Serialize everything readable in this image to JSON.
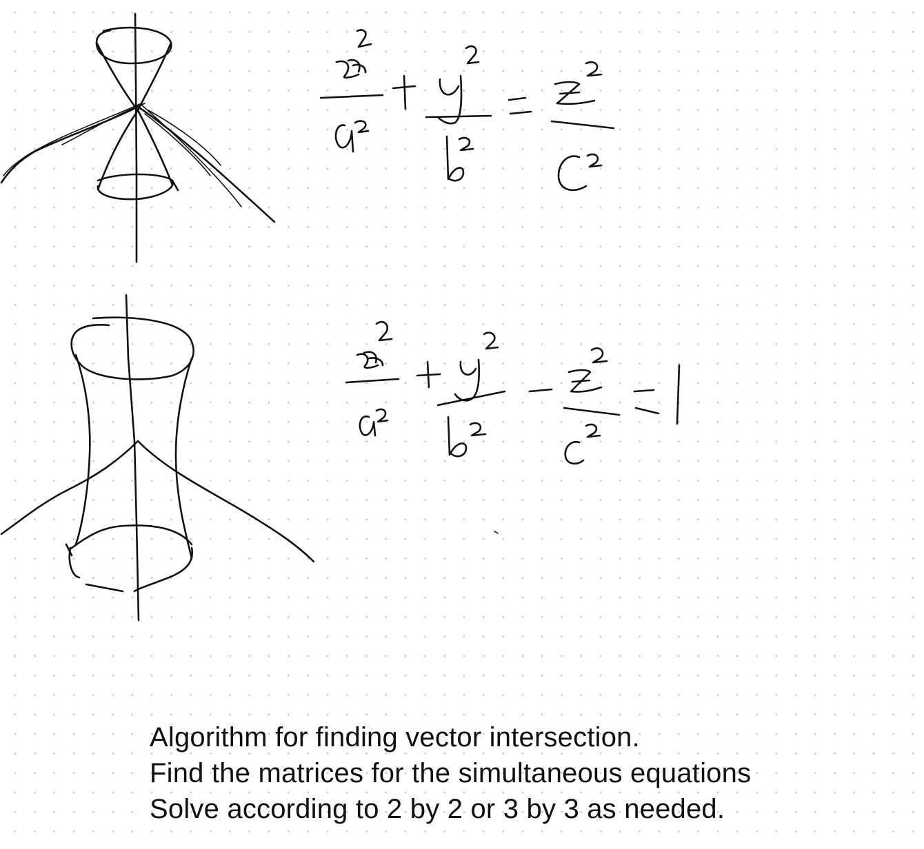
{
  "canvas": {
    "background": "#ffffff",
    "grid_dot_color": "#c9c9c9",
    "ink_color": "#111111"
  },
  "sketches": [
    {
      "name": "double-cone-sketch",
      "depicts": "double cone with vertical axis"
    },
    {
      "name": "cone-equation",
      "depicts": "handwritten equation x^2/a^2 + y^2/b^2 = z^2/c^2"
    },
    {
      "name": "hyperboloid-sketch",
      "depicts": "hyperboloid of one sheet with vertical axis"
    },
    {
      "name": "hyperboloid-equation",
      "depicts": "handwritten equation x^2/a^2 + y^2/b^2 - z^2/c^2 = 1"
    }
  ],
  "typed_note": {
    "lines": [
      "Algorithm for finding vector intersection.",
      "Find the matrices for the simultaneous equations",
      "Solve according to 2 by 2 or 3 by 3 as needed."
    ]
  }
}
